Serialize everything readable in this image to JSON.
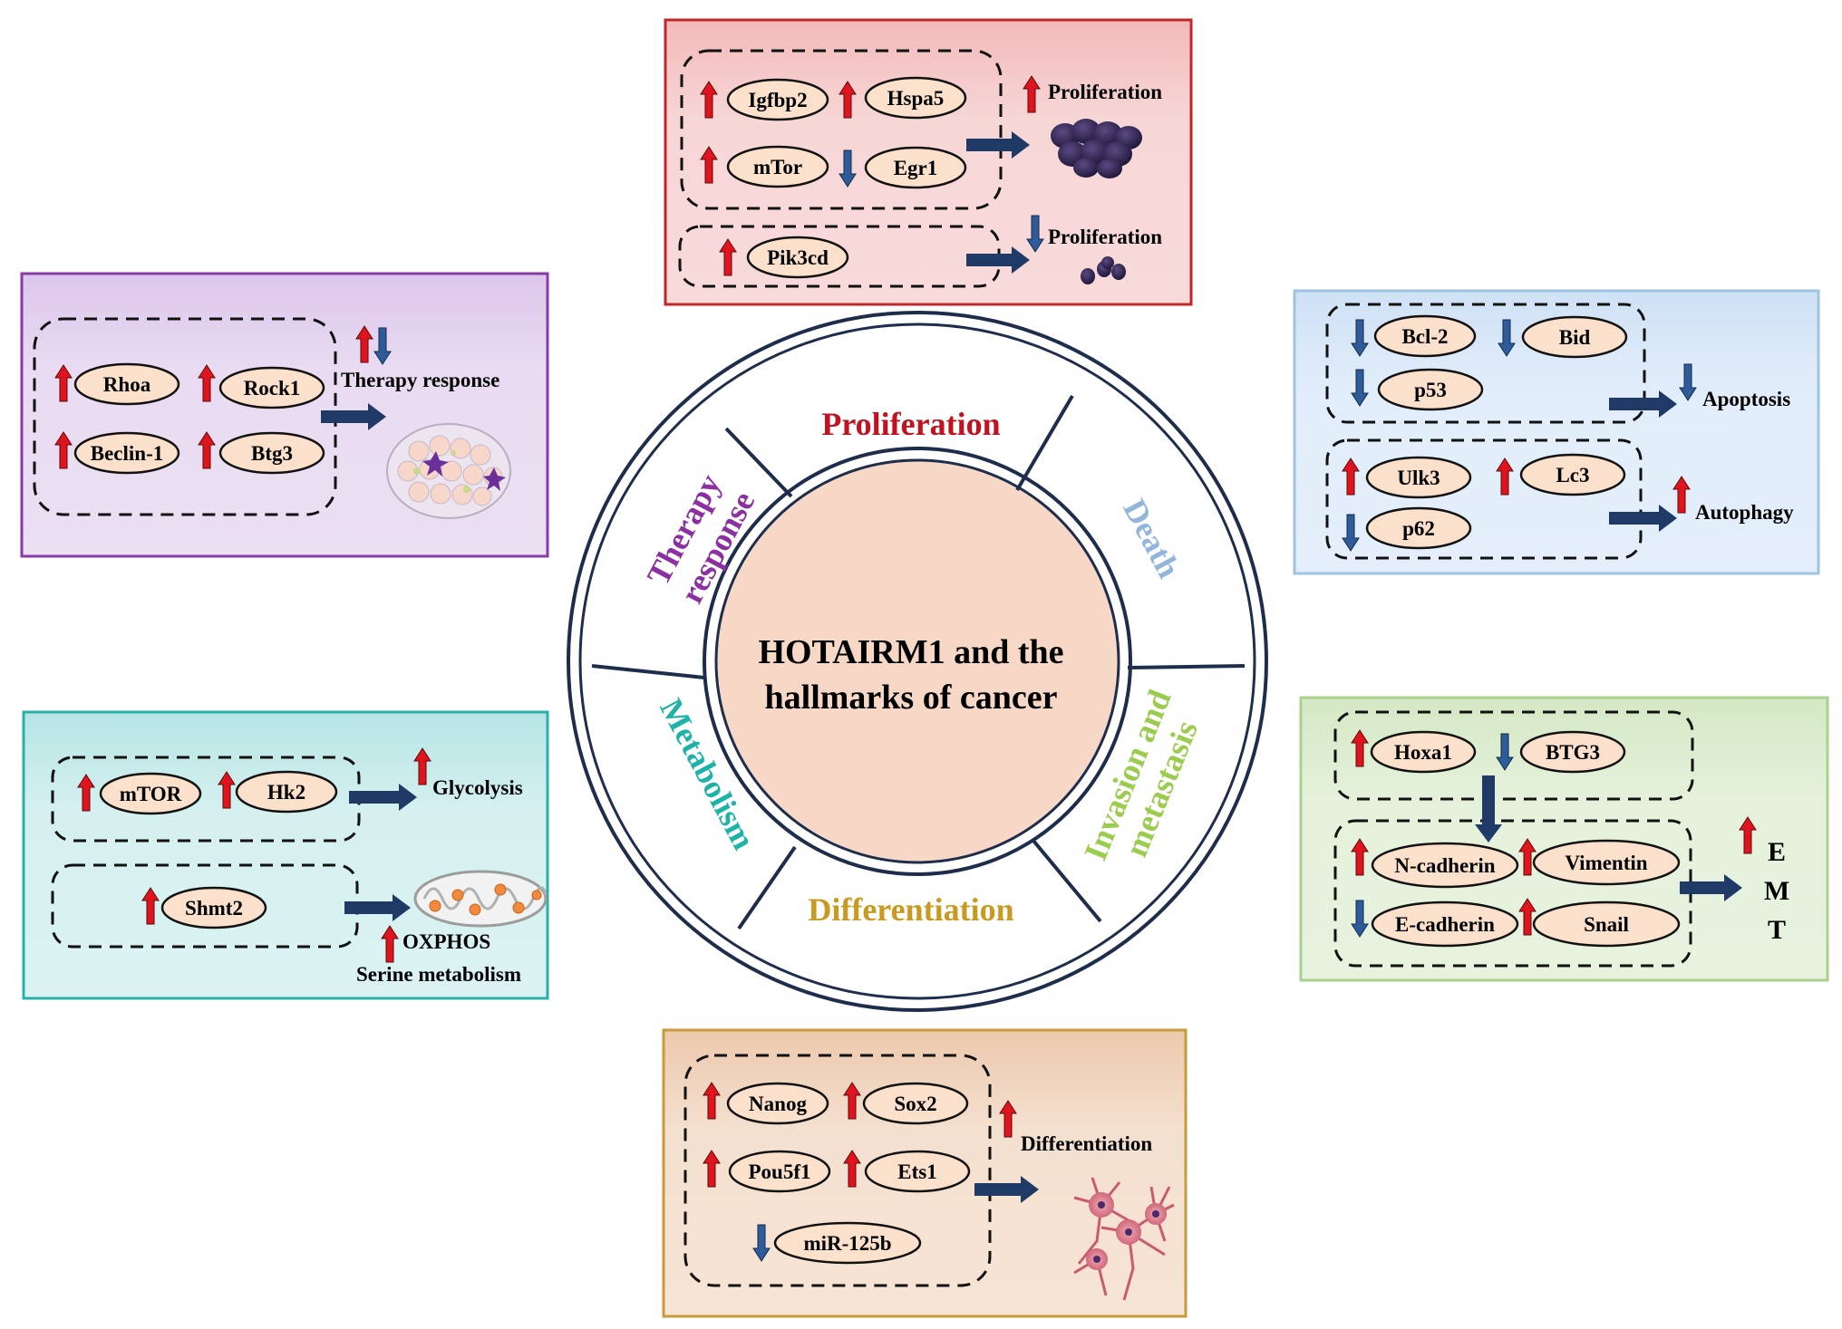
{
  "center": {
    "title_line1": "HOTAIRM1 and the",
    "title_line2": "hallmarks of cancer",
    "segments": {
      "proliferation": "Proliferation",
      "death": "Death",
      "invasion_line1": "Invasion and",
      "invasion_line2": "metastasis",
      "differentiation": "Differentiation",
      "metabolism": "Metabolism",
      "therapy_line1": "Therapy",
      "therapy_line2": "response"
    }
  },
  "panels": {
    "proliferation": {
      "genes": [
        "Igfbp2",
        "Hspa5",
        "mTor",
        "Egr1",
        "Pik3cd"
      ],
      "outcome_up": "Proliferation",
      "outcome_down": "Proliferation"
    },
    "therapy": {
      "genes": [
        "Rhoa",
        "Rock1",
        "Beclin-1",
        "Btg3"
      ],
      "outcome": "Therapy response"
    },
    "death": {
      "genes": [
        "Bcl-2",
        "Bid",
        "p53",
        "Ulk3",
        "Lc3",
        "p62"
      ],
      "outcome_apoptosis": "Apoptosis",
      "outcome_autophagy": "Autophagy"
    },
    "metabolism": {
      "genes": [
        "mTOR",
        "Hk2",
        "Shmt2"
      ],
      "outcome_glycolysis": "Glycolysis",
      "outcome_oxphos": "OXPHOS",
      "outcome_serine": "Serine metabolism"
    },
    "invasion": {
      "genes": [
        "Hoxa1",
        "BTG3",
        "N-cadherin",
        "Vimentin",
        "E-cadherin",
        "Snail"
      ],
      "emt_letters": [
        "E",
        "M",
        "T"
      ]
    },
    "differentiation": {
      "genes": [
        "Nanog",
        "Sox2",
        "Pou5f1",
        "Ets1",
        "miR-125b"
      ],
      "outcome": "Differentiation"
    }
  },
  "colors": {
    "proliferation_border": "#c0272d",
    "proliferation_bg": "#f6d3d3",
    "therapy_border": "#8a3aa6",
    "therapy_bg": "#e6d6ef",
    "death_border": "#9fc3e3",
    "death_bg": "#deebf9",
    "metabolism_border": "#2ab0aa",
    "metabolism_bg": "#d2eeee",
    "invasion_border": "#a9d08e",
    "invasion_bg": "#e3f0d9",
    "differentiation_border": "#c99a3a",
    "differentiation_bg": "#f2dcc8",
    "gene_oval_fill": "#fbe0cc",
    "arrow_up": "#e0141e",
    "arrow_down": "#2e5c9b",
    "flow_arrow": "#1f3a66",
    "ring_line": "#1f2d4d",
    "center_fill": "#f7d8c7",
    "label_proliferation": "#c1121f",
    "label_death": "#93b5dc",
    "label_invasion": "#9ccc4e",
    "label_differentiation": "#c99a1f",
    "label_metabolism": "#1eb3a8",
    "label_therapy": "#8b2fa3"
  }
}
